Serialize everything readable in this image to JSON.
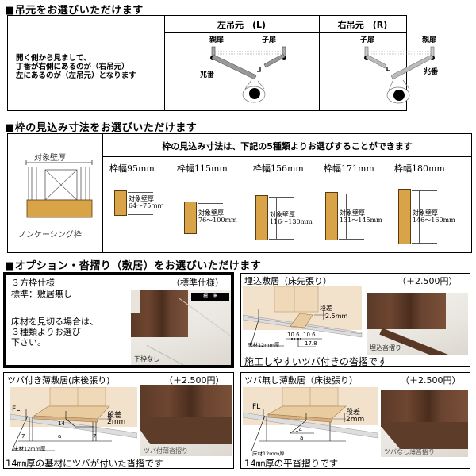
{
  "section1": {
    "title": "■吊元をお選びいただけます",
    "description": [
      "開く側から見まして、",
      "丁番が右側にあるのが（右吊元）",
      "左にあるのが（左吊元）となります"
    ],
    "left": {
      "header": "左吊元　(L)",
      "parent_door": "親扉",
      "child_door": "子扉",
      "hinge": "兆番"
    },
    "right": {
      "header": "右吊元　(R)",
      "parent_door": "親扉",
      "child_door": "子扉",
      "hinge": "兆番"
    }
  },
  "section2": {
    "title": "■枠の見込み寸法をお選びいただけます",
    "diagram": {
      "wall_label": "対象壁厚",
      "frame_label": "ノンケーシング枠"
    },
    "header": "枠の見込み寸法は、下記の5種類よりお選びすることができます",
    "widths": [
      {
        "label": "枠幅95mm",
        "wall_label": "対象壁厚",
        "range": "64～75ｍｍ"
      },
      {
        "label": "枠幅115mm",
        "wall_label": "対象壁厚",
        "range": "76～100mm"
      },
      {
        "label": "枠幅156mm",
        "wall_label": "対象壁厚",
        "range": "116～130mm"
      },
      {
        "label": "枠幅171mm",
        "wall_label": "対象壁厚",
        "range": "131～145mm"
      },
      {
        "label": "枠幅180mm",
        "wall_label": "対象壁厚",
        "range": "146～160mm"
      }
    ]
  },
  "section3": {
    "title": "■オプション・沓摺り（敷居）をお選びいただけます",
    "standard": {
      "name": "３方枠仕様",
      "tag": "（標準仕様）",
      "sub": "標準：敷居無し",
      "note": [
        "床材を見切る場合は、",
        "３種類よりお選び",
        "下さい。"
      ],
      "photo_badge": "標　準",
      "photo_caption": "下枠なし"
    },
    "embedded": {
      "name": "埋込敷居（床先張り）",
      "price": "（＋2.500円）",
      "step_label": "段差",
      "step_value": "2.5mm",
      "dim1": "10.6",
      "dim2": "10.6",
      "dim3": "17.8",
      "floor_label": "床材12mm厚",
      "photo_caption": "埋込沓摺り",
      "footer": "施工しやすいツバ付きの沓摺です"
    },
    "flanged": {
      "name": "ツバ付き薄敷居(床後張り)",
      "price": "（＋2.500円）",
      "fl_label": "FL",
      "step_label": "段差",
      "step_value": "2mm",
      "dim_14": "14",
      "dim_a": "a",
      "dim_7_left": "7",
      "dim_7_right": "7",
      "floor_label": "床材12mm厚",
      "photo_caption": "ツバ付薄沓摺り",
      "footer": "14㎜厚の基材にツバが付いた沓摺です"
    },
    "flangeless": {
      "name": "ツバ無し薄敷居（床後張り）",
      "price": "（＋2.500円）",
      "fl_label": "FL",
      "step_label": "段差",
      "step_value": "2mm",
      "dim_14": "14",
      "dim_a": "a",
      "floor_label": "床材12ｍｍ厚",
      "photo_caption": "ツバなし薄沓摺り",
      "footer": "14㎜厚の平沓摺りです"
    }
  },
  "colors": {
    "wood": "#d9a448",
    "dark_wood": "#5b3a28",
    "border": "#000000"
  }
}
